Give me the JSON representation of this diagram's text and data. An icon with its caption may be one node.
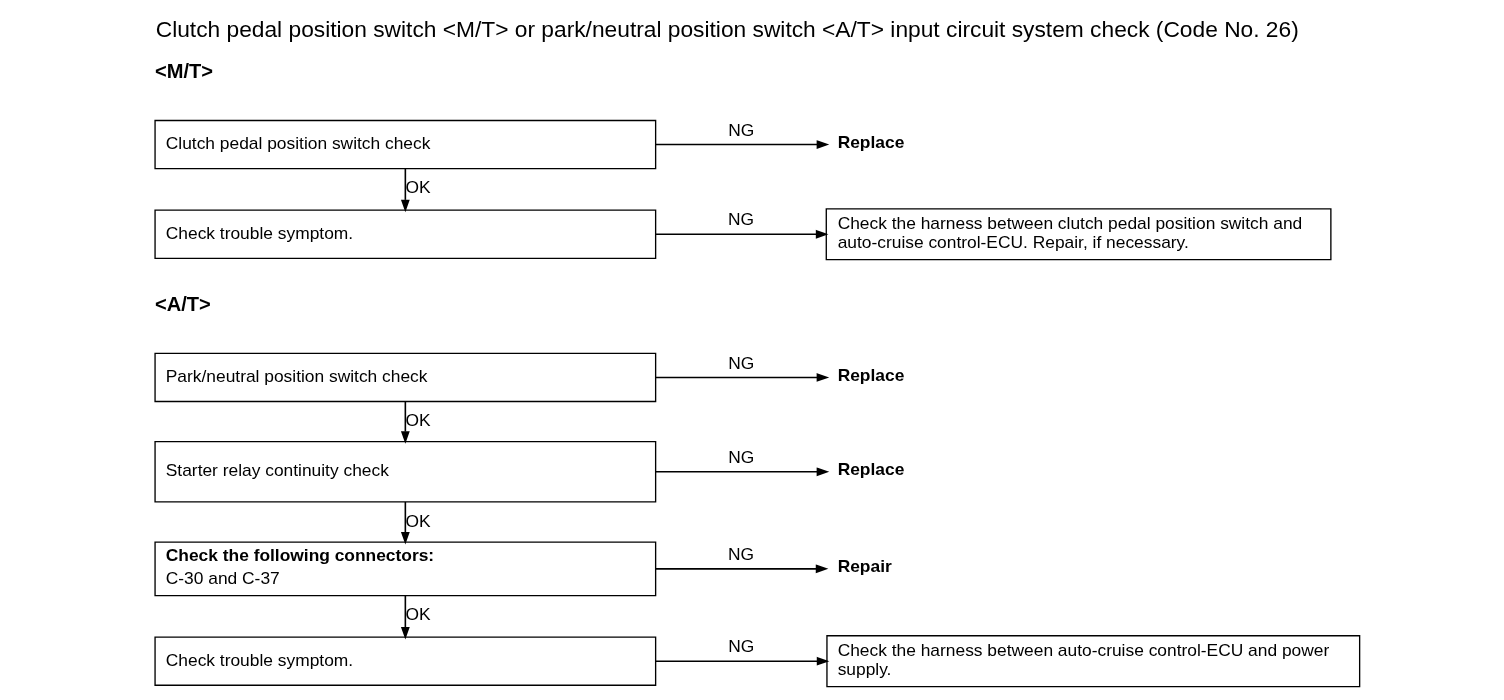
{
  "diagram": {
    "title": "Clutch pedal position switch <M/T> or park/neutral position switch <A/T> input circuit system check (Code No. 26)",
    "nodes": [
      {
        "text": [
          "Clutch pedal position switch check"
        ]
      },
      {
        "text": [
          "Replace"
        ]
      },
      {
        "text": [
          "Check trouble symptom."
        ]
      },
      {
        "text": [
          "Check the harness between clutch pedal position switch and auto-cruise control-ECU. Repair, if necessary."
        ]
      },
      {
        "text": [
          "Park/neutral position switch check"
        ]
      },
      {
        "text": [
          "Replace"
        ]
      },
      {
        "text": [
          "Starter relay continuity check"
        ]
      },
      {
        "text": [
          "Replace"
        ]
      },
      {
        "text": [
          "Check the following connectors:",
          "C-30 and C-37"
        ]
      },
      {
        "text": [
          "Repair"
        ]
      },
      {
        "text": [
          "Check trouble symptom."
        ]
      },
      {
        "text": [
          "Check the harness between auto-cruise control-ECU and power supply."
        ]
      }
    ],
    "edges": [
      {
        "from": 0,
        "to": 1,
        "arrow": "to",
        "label": "NG"
      },
      {
        "from": 0,
        "to": 2,
        "arrow": "to",
        "label": "OK"
      },
      {
        "from": 2,
        "to": 3,
        "arrow": "to",
        "label": "NG"
      },
      {
        "from": 4,
        "to": 5,
        "arrow": "to",
        "label": "NG"
      },
      {
        "from": 4,
        "to": 6,
        "arrow": "to",
        "label": "OK"
      },
      {
        "from": 6,
        "to": 7,
        "arrow": "to",
        "label": "NG"
      },
      {
        "from": 6,
        "to": 8,
        "arrow": "to",
        "label": "OK"
      },
      {
        "from": 8,
        "to": 9,
        "arrow": "to",
        "label": "NG"
      },
      {
        "from": 8,
        "to": 10,
        "arrow": "to",
        "label": "OK"
      },
      {
        "from": 10,
        "to": 11,
        "arrow": "to",
        "label": "NG"
      }
    ],
    "labels": [
      "<M/T>",
      "<A/T>"
    ]
  }
}
